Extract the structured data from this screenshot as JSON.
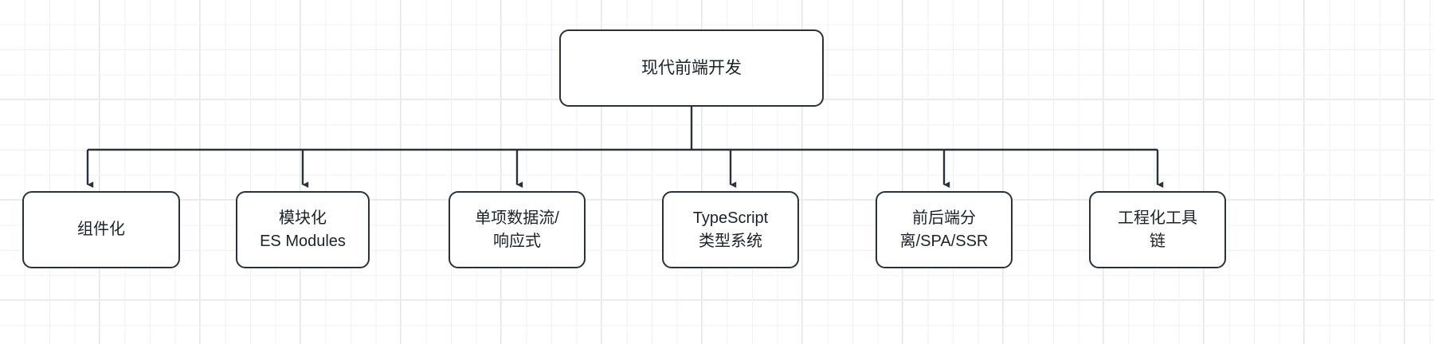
{
  "diagram": {
    "type": "tree-flowchart",
    "orientation": "top-down",
    "background": "grid-paper",
    "stroke_color": "#2b3138",
    "node_fill": "#ffffff",
    "grid_color": "#e6e6e6",
    "root": {
      "id": "root",
      "label": "现代前端开发"
    },
    "children": [
      {
        "id": "leaf-0",
        "label": "组件化"
      },
      {
        "id": "leaf-1",
        "label": "模块化\nES Modules"
      },
      {
        "id": "leaf-2",
        "label": "单项数据流/\n响应式"
      },
      {
        "id": "leaf-3",
        "label": "TypeScript\n类型系统"
      },
      {
        "id": "leaf-4",
        "label": "前后端分\n离/SPA/SSR"
      },
      {
        "id": "leaf-5",
        "label": "工程化工具\n链"
      }
    ],
    "edges": [
      {
        "from": "root",
        "to": "leaf-0",
        "arrow": "down"
      },
      {
        "from": "root",
        "to": "leaf-1",
        "arrow": "down"
      },
      {
        "from": "root",
        "to": "leaf-2",
        "arrow": "down"
      },
      {
        "from": "root",
        "to": "leaf-3",
        "arrow": "down"
      },
      {
        "from": "root",
        "to": "leaf-4",
        "arrow": "down"
      },
      {
        "from": "root",
        "to": "leaf-5",
        "arrow": "down"
      }
    ]
  }
}
